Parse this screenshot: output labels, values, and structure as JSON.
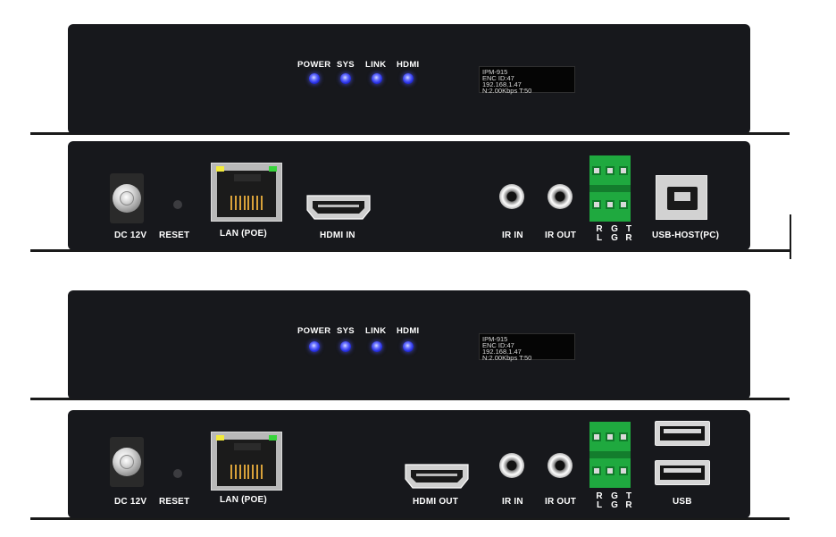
{
  "leds": {
    "power": "POWER",
    "sys": "SYS",
    "link": "LINK",
    "hdmi": "HDMI",
    "color": "#3540ff"
  },
  "oled": {
    "line1": "IPM-915",
    "line2": "ENC  ID:47",
    "line3": "192.168.1.47",
    "line4": "N:2.00Kbps  T:50"
  },
  "ports": {
    "dc": "DC 12V",
    "reset": "RESET",
    "lan": "LAN (POE)",
    "hdmi_in": "HDMI IN",
    "hdmi_out": "HDMI OUT",
    "ir_in": "IR IN",
    "ir_out": "IR OUT",
    "usb_host": "USB-HOST(PC)",
    "usb": "USB"
  },
  "terminal": {
    "top": [
      "R",
      "G",
      "T"
    ],
    "bottom": [
      "L",
      "G",
      "R"
    ]
  },
  "colors": {
    "panel": "#17181c",
    "terminal_block": "#1fa93f",
    "lan_led_yellow": "#f2ea3c",
    "lan_led_green": "#38d43c"
  },
  "icons": [
    "dc-jack-icon",
    "reset-pinhole-icon",
    "rj45-port-icon",
    "hdmi-port-icon",
    "ir-jack-icon",
    "terminal-block-icon",
    "usb-b-port-icon",
    "usb-a-port-icon"
  ]
}
